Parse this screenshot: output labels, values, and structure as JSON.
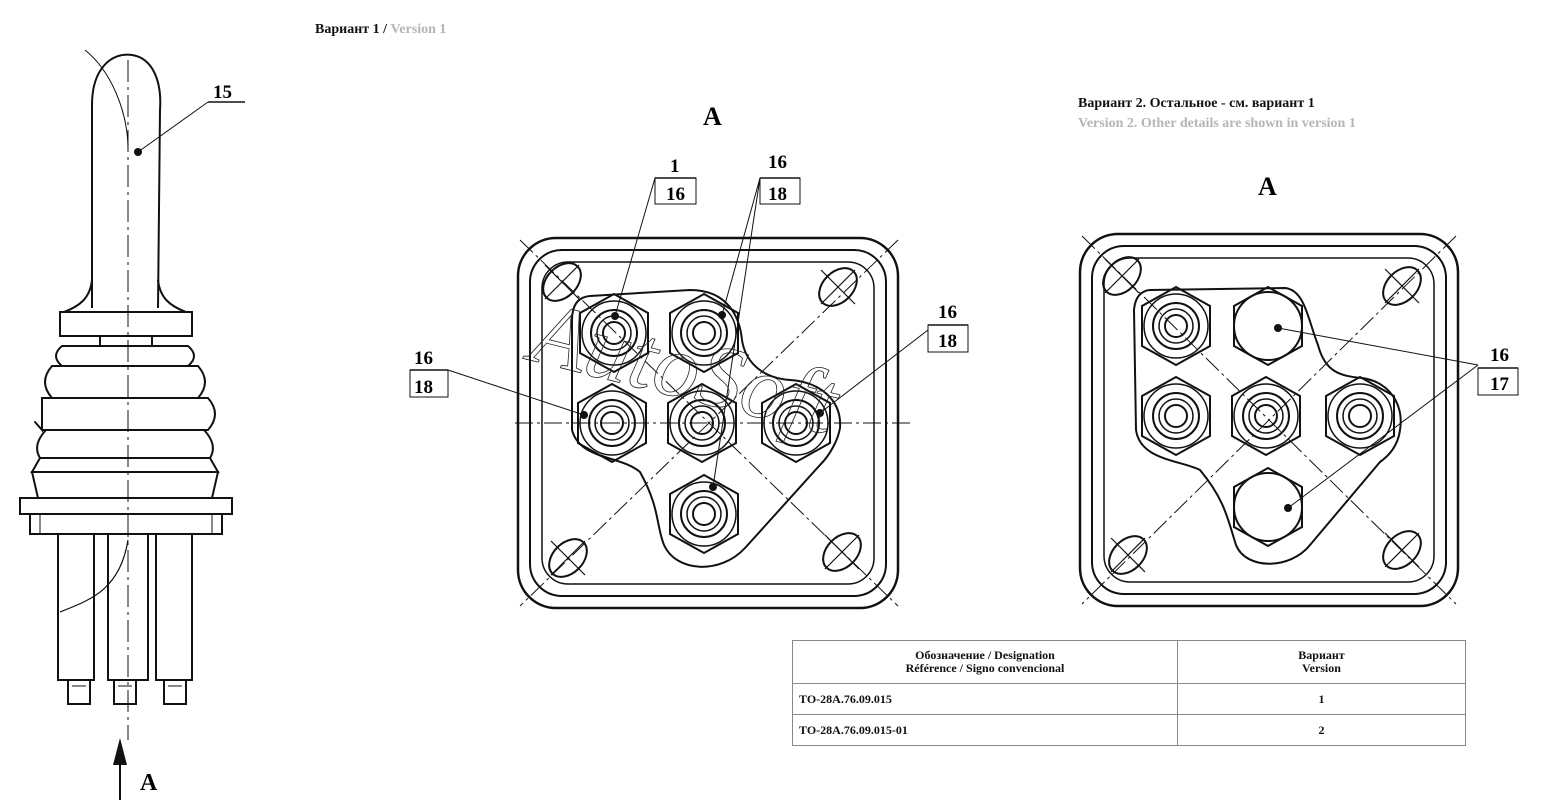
{
  "header": {
    "variant1_ru": "Вариант 1 / ",
    "variant1_en": "Version 1",
    "variant2_ru": "Вариант 2. Остальное - см. вариант 1",
    "variant2_en": "Version 2. Other details are shown in version 1"
  },
  "views": {
    "view_a_label": "A"
  },
  "callouts": {
    "handle": "15",
    "v1_top_left_top": "1",
    "v1_top_left_bottom": "16",
    "v1_top_mid_top": "16",
    "v1_top_mid_bottom": "18",
    "v1_left_top": "16",
    "v1_left_bottom": "18",
    "v1_right_top": "16",
    "v1_right_bottom": "18",
    "v2_right_top": "16",
    "v2_right_bottom": "17"
  },
  "watermark": "AutoSoft",
  "table": {
    "header_designation_1": "Обозначение / Designation",
    "header_designation_2": "Référence / Signo convencional",
    "header_version_1": "Вариант",
    "header_version_2": "Version",
    "rows": [
      {
        "designation": "ТО-28А.76.09.015",
        "version": "1"
      },
      {
        "designation": "ТО-28А.76.09.015-01",
        "version": "2"
      }
    ]
  }
}
